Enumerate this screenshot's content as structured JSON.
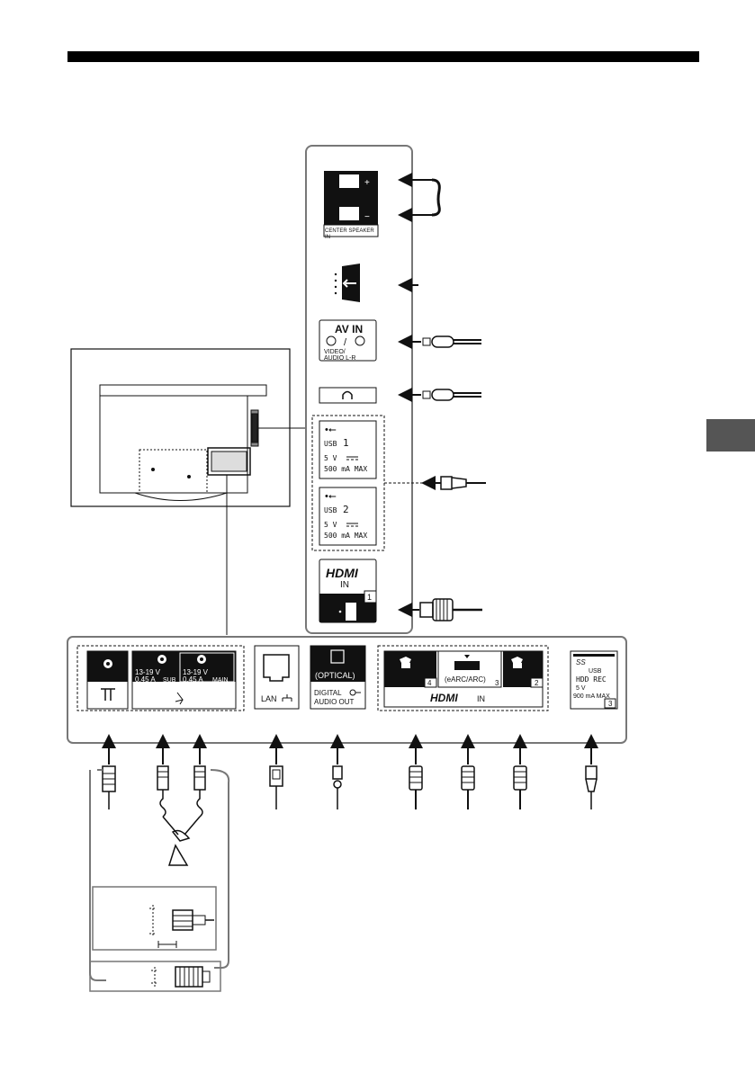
{
  "diagram": {
    "center_speaker": {
      "plus": "+",
      "minus": "−",
      "label_line1": "CENTER SPEAKER",
      "label_line2": "IN"
    },
    "av_in": {
      "title": "AV IN",
      "slash": "/",
      "label_line1": "VIDEO/",
      "label_line2": "AUDIO L-R"
    },
    "usb1": {
      "name": "USB",
      "num": "1",
      "volt": "5 V",
      "amp": "500 mA MAX"
    },
    "usb2": {
      "name": "USB",
      "num": "2",
      "volt": "5 V",
      "amp": "500 mA MAX"
    },
    "hdmi1": {
      "logo": "HDMI",
      "in": "IN",
      "num": "1"
    },
    "satellite": {
      "sub_volt": "13-19 V",
      "sub_amp": "0.45 A",
      "sub": "SUB",
      "main_volt": "13-19 V",
      "main_amp": "0.45 A",
      "main": "MAIN"
    },
    "lan": {
      "label": "LAN"
    },
    "optical": {
      "label": "(OPTICAL)",
      "line1": "DIGITAL",
      "line2": "AUDIO OUT"
    },
    "hdmi_row": {
      "p4": "4",
      "earc": "(eARC/ARC)",
      "p3": "3",
      "p2": "2",
      "logo": "HDMI",
      "in": "IN"
    },
    "usb3": {
      "name": "USB",
      "rec": "HDD REC",
      "volt": "5 V",
      "amp": "900 mA MAX",
      "num": "3",
      "ss": "SS"
    }
  }
}
